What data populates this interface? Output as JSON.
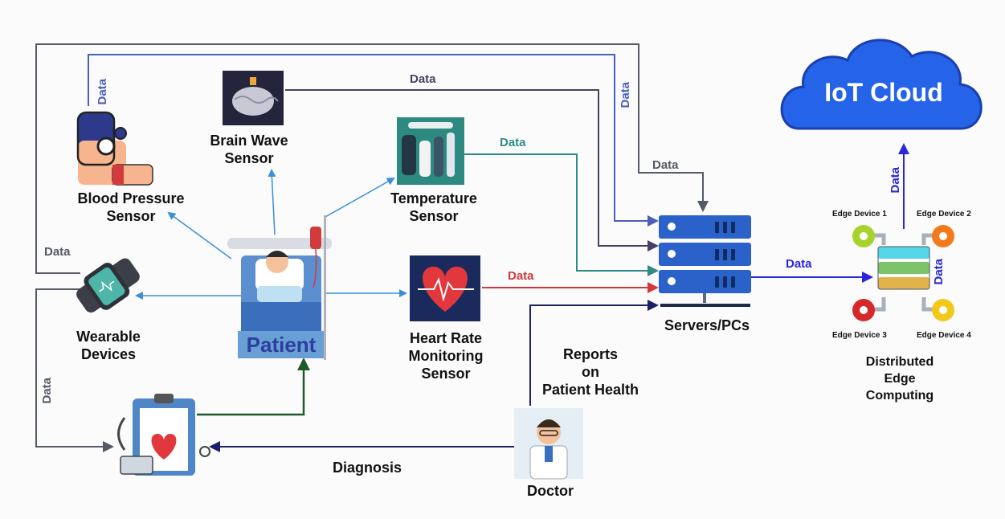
{
  "labels": {
    "blood_pressure": "Blood Pressure\nSensor",
    "brain_wave": "Brain Wave\nSensor",
    "temperature": "Temperature\nSensor",
    "heart_rate": "Heart Rate\nMonitoring\nSensor",
    "wearable": "Wearable\nDevices",
    "patient": "Patient",
    "servers": "Servers/PCs",
    "iot_cloud": "IoT Cloud",
    "distributed": "Distributed\nEdge\nComputing",
    "reports": "Reports\non\nPatient Health",
    "diagnosis": "Diagnosis",
    "doctor": "Doctor",
    "edge1": "Edge Device 1",
    "edge2": "Edge Device 2",
    "edge3": "Edge Device 3",
    "edge4": "Edge Device 4"
  },
  "data_labels": {
    "top": "Data",
    "bp": "Data",
    "brain": "Data",
    "temp": "Data",
    "server_top": "Data",
    "heart": "Data",
    "wearable": "Data",
    "wearable_down": "Data",
    "edge": "Data",
    "cloud": "Data",
    "edge_side": "Data"
  },
  "colors": {
    "blood_pressure_line": "#4b5fb8",
    "brain_line": "#4a3f63",
    "temp_line": "#2e8b84",
    "heart_line": "#d3373b",
    "gray_line": "#555a66",
    "navy_line": "#1c1f66",
    "green_line": "#1f5a2a",
    "blue_line": "#3a8fd6",
    "edge_line": "#2a26d9",
    "cloud": "#2563e8"
  }
}
